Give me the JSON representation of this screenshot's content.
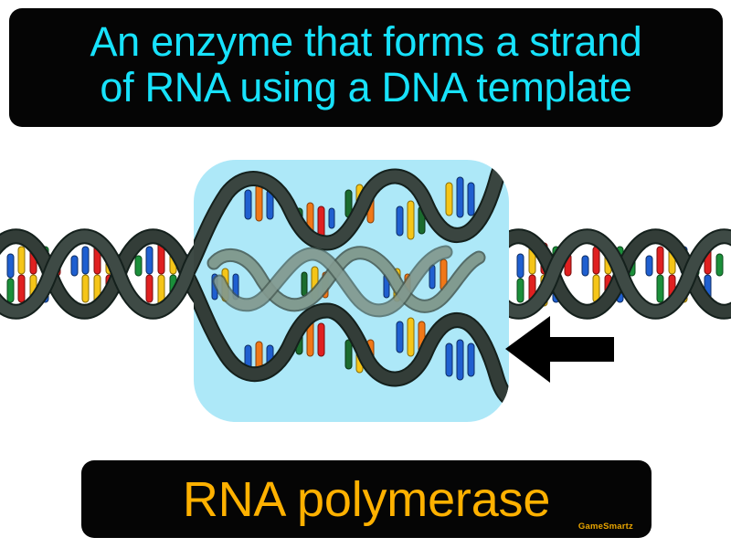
{
  "card": {
    "type": "vocabulary-flashcard",
    "background_color": "#ffffff"
  },
  "definition": {
    "text": "An enzyme that forms a strand\nof RNA using a DNA template",
    "lines": [
      "An enzyme that forms a strand",
      "of RNA using a DNA template"
    ],
    "text_color": "#17E2FC",
    "background_color": "#050505"
  },
  "term": {
    "text": "RNA polymerase",
    "text_color": "#FFB100",
    "background_color": "#050505"
  },
  "watermark": {
    "text": "GameSmartz",
    "color": "#E8A400"
  },
  "illustration": {
    "name": "dna-transcription-diagram",
    "highlight_box_color": "#ADE8F8",
    "dna_strand_color": "#333d38",
    "dna_strand_outline": "#14201c",
    "rna_strand_color": "#7d9a90",
    "rna_strand_outline": "#44564f",
    "pointer_color": "#000000",
    "base_colors_helix": [
      "#E02020",
      "#F5C518",
      "#1F5FD0",
      "#1B8F3A"
    ],
    "base_colors_bubble": [
      "#F07818",
      "#1F5FD0",
      "#1B6B2E",
      "#F5C518"
    ],
    "parts": [
      {
        "name": "dna-double-helix-left",
        "label": "DNA double helix"
      },
      {
        "name": "dna-double-helix-right",
        "label": "DNA double helix"
      },
      {
        "name": "transcription-bubble",
        "label": "Unwound DNA template"
      },
      {
        "name": "rna-strand",
        "label": "Newly formed RNA strand"
      },
      {
        "name": "pointer-arrow",
        "label": "Pointer to RNA polymerase site"
      }
    ]
  }
}
